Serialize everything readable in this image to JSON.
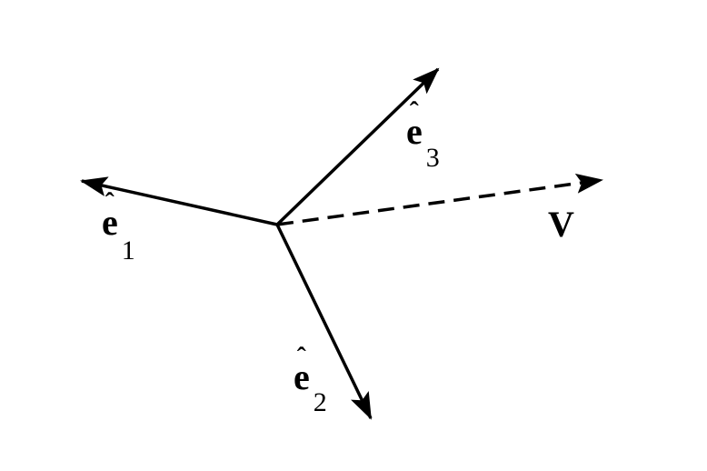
{
  "diagram": {
    "vectors": [
      {
        "id": "e1",
        "base": "e",
        "hat": "ˆ",
        "subscript": "1",
        "style": "solid"
      },
      {
        "id": "e2",
        "base": "e",
        "hat": "ˆ",
        "subscript": "2",
        "style": "solid"
      },
      {
        "id": "e3",
        "base": "e",
        "hat": "ˆ",
        "subscript": "3",
        "style": "solid"
      },
      {
        "id": "V",
        "base": "V",
        "style": "dashed"
      }
    ],
    "colors": {
      "stroke": "#000000",
      "background": "#ffffff"
    }
  }
}
